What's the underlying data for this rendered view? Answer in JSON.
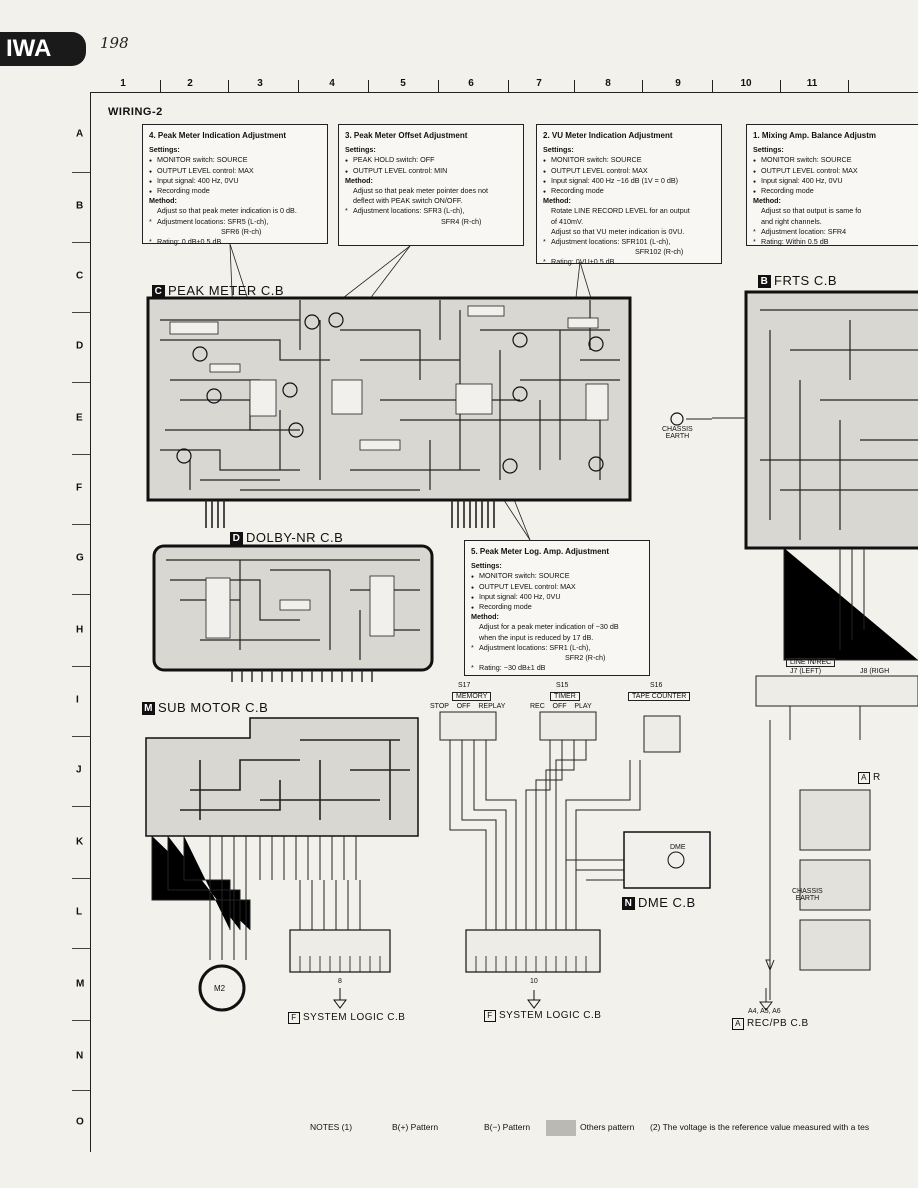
{
  "header": {
    "brand": "IWA",
    "handwritten_note": "198",
    "title": "WIRING-2"
  },
  "columns": [
    "1",
    "2",
    "3",
    "4",
    "5",
    "6",
    "7",
    "8",
    "9",
    "10",
    "11"
  ],
  "rows": [
    "A",
    "B",
    "C",
    "D",
    "E",
    "F",
    "G",
    "H",
    "I",
    "J",
    "K",
    "L",
    "M",
    "N",
    "O"
  ],
  "boxes": {
    "peak_meter_indication": {
      "heading": "4. Peak Meter Indication Adjustment",
      "settings_label": "Settings:",
      "settings": [
        "MONITOR switch: SOURCE",
        "OUTPUT LEVEL control: MAX",
        "Input signal: 400 Hz, 0VU",
        "Recording mode"
      ],
      "method_label": "Method:",
      "method": "Adjust so that peak meter indication is 0 dB.",
      "locations_1": "Adjustment locations: SFR5 (L-ch),",
      "locations_2": "SFR6 (R-ch)",
      "rating": "Rating: 0 dB±0.5 dB"
    },
    "peak_meter_offset": {
      "heading": "3. Peak Meter Offset Adjustment",
      "settings_label": "Settings:",
      "settings": [
        "PEAK HOLD switch: OFF",
        "OUTPUT LEVEL control: MIN"
      ],
      "method_label": "Method:",
      "method_1": "Adjust so that peak meter pointer does not",
      "method_2": "deflect with PEAK switch ON/OFF.",
      "locations_1": "Adjustment locations: SFR3 (L-ch),",
      "locations_2": "SFR4 (R-ch)"
    },
    "vu_meter": {
      "heading": "2. VU Meter Indication Adjustment",
      "settings_label": "Settings:",
      "settings": [
        "MONITOR switch: SOURCE",
        "OUTPUT LEVEL control: MAX",
        "Input signal: 400 Hz −16 dB (1V = 0 dB)",
        "Recording mode"
      ],
      "method_label": "Method:",
      "method_1": "Rotate LINE RECORD LEVEL for an output",
      "method_2": "of 410mV.",
      "method_3": "Adjust so that VU meter indication is 0VU.",
      "locations_1": "Adjustment locations: SFR101 (L-ch),",
      "locations_2": "SFR102 (R-ch)",
      "rating": "Rating: 0VU±0.5 dB"
    },
    "mixing_amp": {
      "heading": "1. Mixing Amp. Balance Adjustm",
      "settings_label": "Settings:",
      "settings": [
        "MONITOR switch: SOURCE",
        "OUTPUT LEVEL control: MAX",
        "Input signal: 400 Hz, 0VU",
        "Recording mode"
      ],
      "method_label": "Method:",
      "method_1": "Adjust so that output is same fo",
      "method_2": "and right channels.",
      "location": "Adjustment location: SFR4",
      "rating": "Rating: Within 0.5 dB"
    },
    "peak_log_amp": {
      "heading": "5. Peak Meter Log. Amp. Adjustment",
      "settings_label": "Settings:",
      "settings": [
        "MONITOR switch: SOURCE",
        "OUTPUT LEVEL control: MAX",
        "Input signal: 400 Hz, 0VU",
        "Recording mode"
      ],
      "method_label": "Method:",
      "method_1": "Adjust for a peak meter indication of −30 dB",
      "method_2": "when the input is reduced by 17 dB.",
      "locations_1": "Adjustment locations: SFR1 (L-ch),",
      "locations_2": "SFR2 (R-ch)",
      "rating": "Rating: −30 dB±1 dB"
    }
  },
  "boards": {
    "peak_meter": {
      "badge": "C",
      "name": "PEAK METER C.B"
    },
    "dolby": {
      "badge": "D",
      "name": "DOLBY-NR C.B"
    },
    "sub_motor": {
      "badge": "M",
      "name": "SUB MOTOR C.B"
    },
    "frts": {
      "badge": "B",
      "name": "FRTS C.B"
    },
    "dme": {
      "badge": "N",
      "name": "DME C.B"
    },
    "system_logic_1": {
      "badge": "F",
      "name": "SYSTEM LOGIC C.B"
    },
    "system_logic_2": {
      "badge": "F",
      "name": "SYSTEM LOGIC C.B"
    },
    "recpb": {
      "badge": "A",
      "name": "REC/PB C.B"
    },
    "recpb_partial": {
      "badge": "A",
      "name": "R"
    }
  },
  "labels": {
    "chassis_earth_1": "CHASSIS",
    "chassis_earth_2": "EARTH",
    "chassis_earth_3": "CHASSIS",
    "chassis_earth_4": "EARTH",
    "line_in_rec": "LINE IN/REC",
    "j7": "J7 (LEFT)",
    "j8": "J8 (RIGH",
    "motor": "M2",
    "conn_8": "8",
    "conn_10": "10",
    "a4": "A4, A5, A6",
    "dme": "DME"
  },
  "switches": {
    "s17": {
      "id": "S17",
      "name": "MEMORY",
      "positions": "STOP    OFF    REPLAY"
    },
    "s15": {
      "id": "S15",
      "name": "TIMER",
      "positions": "REC    OFF    PLAY"
    },
    "s16": {
      "id": "S16",
      "name": "TAPE COUNTER"
    }
  },
  "notes": {
    "label": "NOTES (1)",
    "b_plus": "B(+) Pattern",
    "b_minus": "B(−) Pattern",
    "others": "Others pattern",
    "note2": "(2)   The voltage is the reference value measured with a tes"
  }
}
